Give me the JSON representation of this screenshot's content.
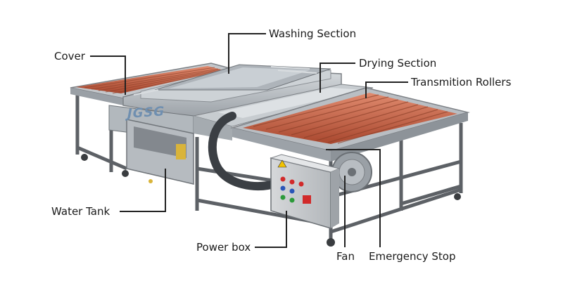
{
  "diagram": {
    "labels": {
      "washing_section": "Washing Section",
      "cover": "Cover",
      "drying_section": "Drying Section",
      "transmition_rollers": "Transmition Rollers",
      "water_tank": "Water Tank",
      "power_box": "Power box",
      "fan": "Fan",
      "emergency_stop": "Emergency Stop"
    },
    "brand_logo": "JGSG",
    "colors": {
      "roller": "#c8654a",
      "frame": "#6b6f74",
      "steel": "#b9bec3",
      "leader": "#222222"
    }
  }
}
